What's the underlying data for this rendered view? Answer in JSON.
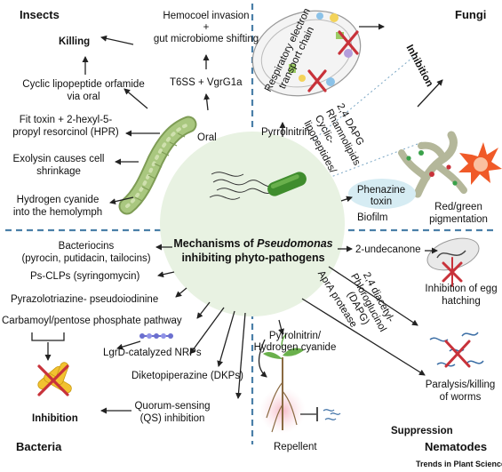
{
  "center": {
    "line1_pre": "Mechanisms of ",
    "line1_italic": "Pseudomonas",
    "line2": "inhibiting phyto-pathogens"
  },
  "quadrants": {
    "insects": "Insects",
    "fungi": "Fungi",
    "bacteria": "Bacteria",
    "nematodes": "Nematodes"
  },
  "insects": {
    "killing": "Killing",
    "hemocoel_1": "Hemocoel invasion",
    "hemocoel_2": "+",
    "hemocoel_3": "gut microbiome shifting",
    "t6ss": "T6SS + VgrG1a",
    "orfamide_1": "Cyclic lipopeptide orfamide",
    "orfamide_2": "via oral",
    "fittoxin_1": "Fit toxin + 2-hexyl-5-",
    "fittoxin_2": "propyl resorcinol (HPR)",
    "oral": "Oral",
    "exolysin_1": "Exolysin causes cell",
    "exolysin_2": "shrinkage",
    "hcn_1": "Hydrogen cyanide",
    "hcn_2": "into the hemolymph"
  },
  "fungi": {
    "resp_1": "Respiratory electron",
    "resp_2": "transport chain",
    "inhibition": "Inhibition",
    "pyrrolnitrin": "Pyrrolnitrin",
    "dapg_1": "2,4 DAPG",
    "dapg_2": "Rhamnolipids",
    "dapg_3": "Cyclic-",
    "dapg_4": "lipopeptides/",
    "phenazine_1": "Phenazine",
    "phenazine_2": "toxin",
    "biofilm": "Biofilm",
    "pigment_1": "Red/green",
    "pigment_2": "pigmentation"
  },
  "bacteria": {
    "bacteriocins_1": "Bacteriocins",
    "bacteriocins_2": "(pyrocin, putidacin, tailocins)",
    "psclps": "Ps-CLPs (syringomycin)",
    "pyrazolo": "Pyrazolotriazine- pseudoiodinine",
    "carbamoyl": "Carbamoyl/pentose phosphate pathway",
    "lgrd": "LgrD-catalyzed NRPs",
    "dkps": "Diketopiperazine (DKPs)",
    "qs_1": "Quorum-sensing",
    "qs_2": "(QS) inhibition",
    "inhibition": "Inhibition"
  },
  "nematodes": {
    "undecanone": "2-undecanone",
    "egg_1": "Inhibition of egg",
    "egg_2": "hatching",
    "dapg_1": "2,4 diacetyl-",
    "dapg_2": "Phloroglucinol",
    "dapg_3": "(DAPG)",
    "apra": "AprA protease",
    "pyr_1": "Pyrrolnitrin/",
    "pyr_2": "Hydrogen cyanide",
    "paralysis_1": "Paralysis/killing",
    "paralysis_2": "of worms",
    "repellent": "Repellent",
    "suppression": "Suppression"
  },
  "credit": "Trends in Plant Science",
  "colors": {
    "divider": "#4a7fa8",
    "circle": "#e8f2e2",
    "biofilm": "#d6ecf3",
    "bacterium": "#3f8d2d",
    "larva": "#a9c77f",
    "inhibit_x": "#c8323a",
    "starburst": "#f05a28"
  }
}
